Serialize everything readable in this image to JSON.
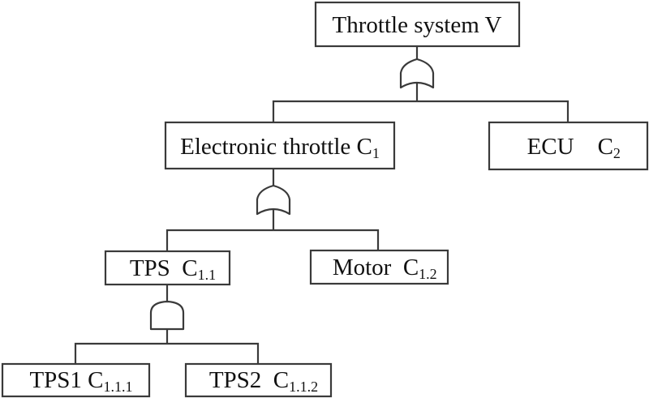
{
  "diagram": {
    "type": "fault-tree",
    "colors": {
      "line": "#3a3a3a",
      "text": "#111111",
      "background": "#ffffff"
    },
    "nodes": [
      {
        "id": "V",
        "label": "Throttle system V",
        "main": "Throttle system V",
        "sub": ""
      },
      {
        "id": "C1",
        "label": "Electronic throttle C1",
        "main": "Electronic throttle C",
        "sub": "1"
      },
      {
        "id": "C2",
        "label": "ECU C2",
        "main": "ECU    C",
        "sub": "2"
      },
      {
        "id": "C1.1",
        "label": "TPS C1.1",
        "main": "TPS  C",
        "sub": "1.1"
      },
      {
        "id": "C1.2",
        "label": "Motor C1.2",
        "main": "Motor  C",
        "sub": "1.2"
      },
      {
        "id": "C1.1.1",
        "label": "TPS1 C1.1.1",
        "main": "TPS1 C",
        "sub": "1.1.1"
      },
      {
        "id": "C1.1.2",
        "label": "TPS2 C1.1.2",
        "main": "TPS2  C",
        "sub": "1.1.2"
      }
    ],
    "gates": [
      {
        "id": "g1",
        "type": "OR",
        "output": "V",
        "inputs": [
          "C1",
          "C2"
        ]
      },
      {
        "id": "g2",
        "type": "OR",
        "output": "C1",
        "inputs": [
          "C1.1",
          "C1.2"
        ]
      },
      {
        "id": "g3",
        "type": "AND",
        "output": "C1.1",
        "inputs": [
          "C1.1.1",
          "C1.1.2"
        ]
      }
    ]
  }
}
